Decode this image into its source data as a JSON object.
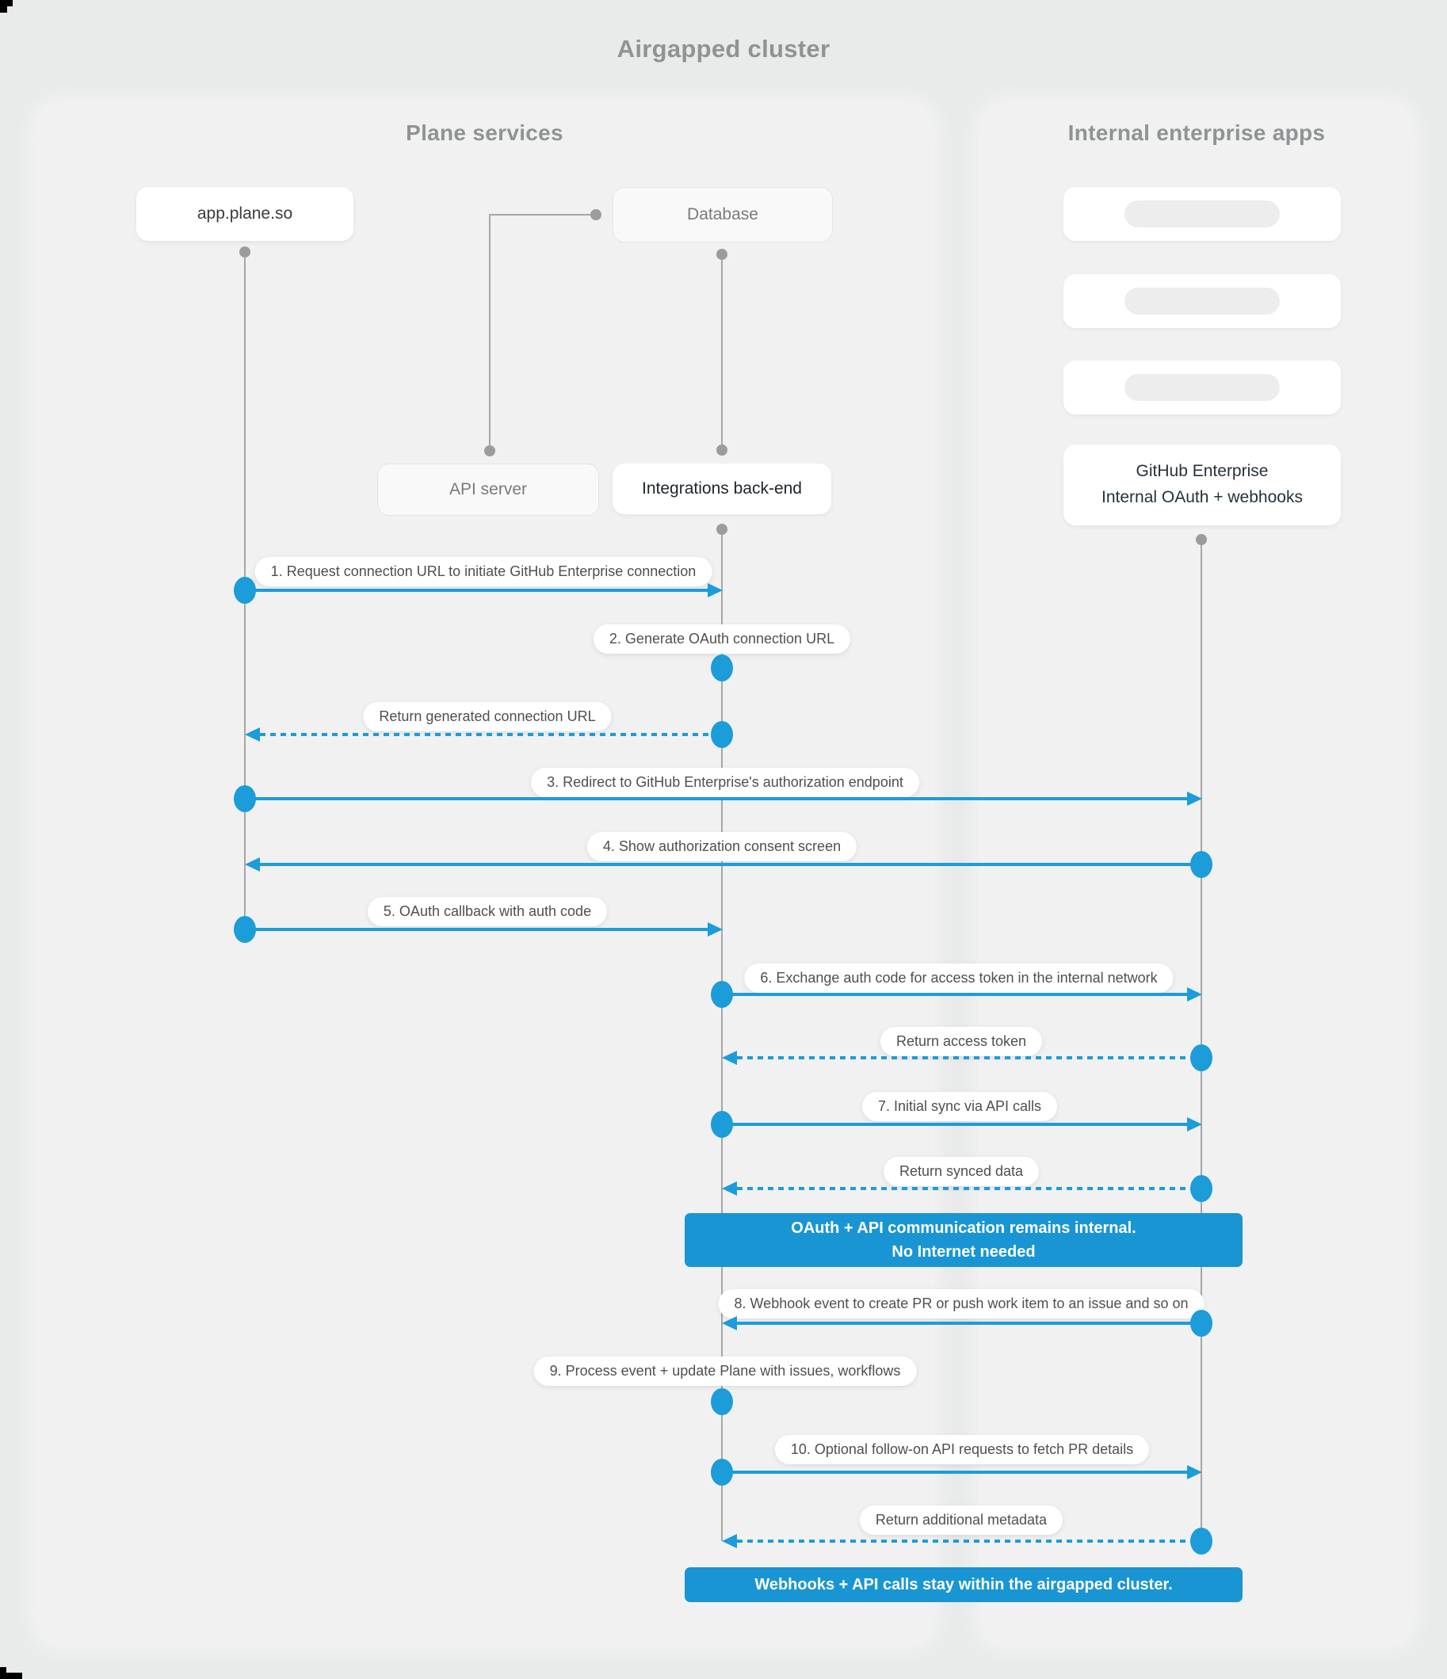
{
  "title": "Airgapped cluster",
  "colors": {
    "accent": "#1C9CD9",
    "banner": "#1A95D3",
    "lifeline": "#A6A6A6",
    "page_bg": "#E9EAEA",
    "panel_bg": "#F1F1F2"
  },
  "panels": {
    "plane": {
      "header": "Plane services"
    },
    "enterprise": {
      "header": "Internal enterprise apps"
    }
  },
  "nodes": {
    "app_plane": {
      "label": "app.plane.so"
    },
    "database": {
      "label": "Database"
    },
    "api_server": {
      "label": "API server"
    },
    "integrations": {
      "label": "Integrations back-end"
    },
    "github": {
      "line1": "GitHub Enterprise",
      "line2": "Internal OAuth + webhooks"
    }
  },
  "messages": [
    {
      "label": "1. Request connection URL to initiate GitHub Enterprise connection"
    },
    {
      "label": "2. Generate OAuth connection URL"
    },
    {
      "label": "Return generated connection URL"
    },
    {
      "label": "3. Redirect to GitHub Enterprise's authorization endpoint"
    },
    {
      "label": "4. Show authorization consent screen"
    },
    {
      "label": "5. OAuth callback with auth code"
    },
    {
      "label": "6. Exchange auth code for access token in the internal network"
    },
    {
      "label": "Return access token"
    },
    {
      "label": "7. Initial sync via API calls"
    },
    {
      "label": "Return synced data"
    },
    {
      "label": "8. Webhook event to create PR  or push work item to an issue  and so on"
    },
    {
      "label": "9. Process event + update Plane with issues, workflows"
    },
    {
      "label": "10. Optional follow-on API requests to fetch PR details"
    },
    {
      "label": "Return additional metadata"
    }
  ],
  "banners": [
    {
      "line1": "OAuth + API communication remains internal.",
      "line2": "No Internet needed"
    },
    {
      "line1": "Webhooks + API calls stay within the airgapped cluster."
    }
  ]
}
